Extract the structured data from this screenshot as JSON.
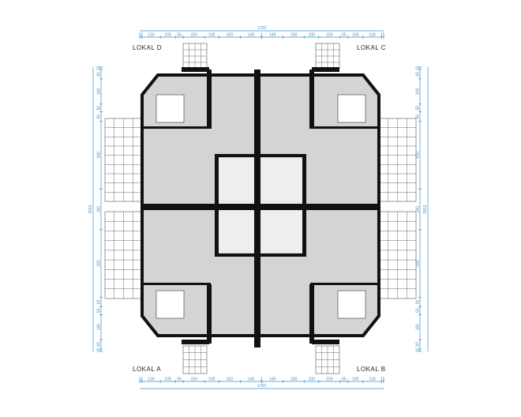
{
  "labels": {
    "lokal_a": "LOKAL A",
    "lokal_b": "LOKAL B",
    "lokal_c": "LOKAL C",
    "lokal_d": "LOKAL D"
  },
  "dimensions": {
    "width_total": "1703",
    "height_total": "2812",
    "width_segments": [
      "15",
      "130",
      "105",
      "55",
      "150",
      "100",
      "150",
      "149",
      "2",
      "149",
      "150",
      "100",
      "150",
      "55",
      "105",
      "130",
      "15"
    ],
    "height_segments": [
      "15",
      "60",
      "160",
      "50",
      "60",
      "430",
      "260",
      "430",
      "60",
      "50",
      "160",
      "60",
      "15"
    ]
  },
  "colors": {
    "dimension": "#3a8fc8",
    "wall": "#111111",
    "floor": "#d4d4d4"
  }
}
